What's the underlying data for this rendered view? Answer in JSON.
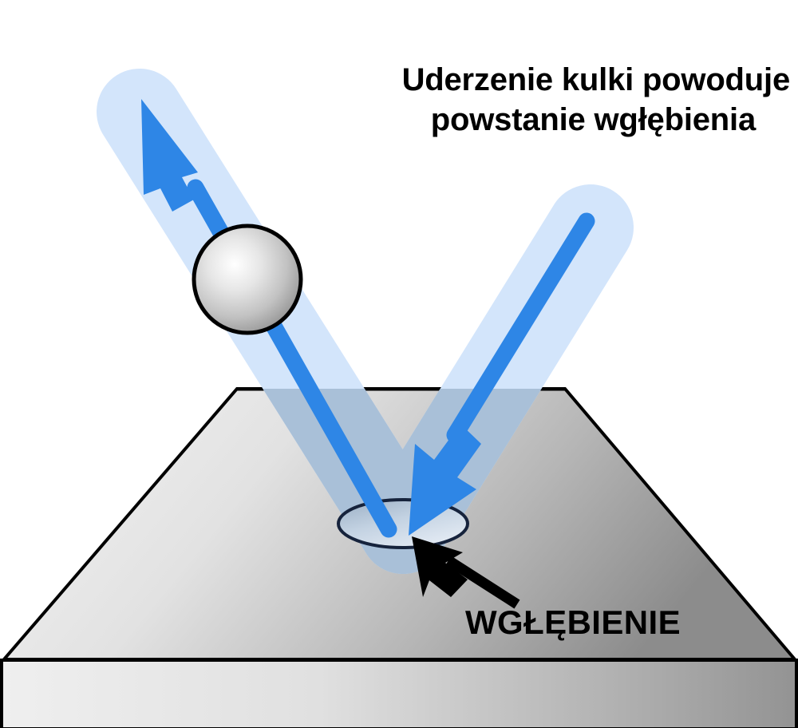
{
  "figure": {
    "kind": "diagram",
    "subject": "ball-impact-indentation",
    "background_color": "#ffffff"
  },
  "title": {
    "line1": "Uderzenie kulki powoduje",
    "line2": "powstanie wgłębienia",
    "color": "#000000"
  },
  "callout": {
    "label": "WGŁĘBIENIE",
    "color": "#000000",
    "pointer_icon": "arrow-up-left-icon"
  },
  "ball": {
    "name": "steel-ball",
    "fill_light": "#ffffff",
    "fill_mid": "#d8d8d8",
    "fill_dark": "#9a9a9a",
    "stroke": "#000000"
  },
  "indentation": {
    "name": "indentation-ellipse",
    "fill_light": "#e4ecf5",
    "fill_dark": "#9fb3c8",
    "stroke": "#16233c"
  },
  "arrows": {
    "incoming": {
      "name": "incoming-trajectory-arrow",
      "color": "#2e86e6",
      "trail_color": "#cfe4fb",
      "direction": "down-left"
    },
    "outgoing": {
      "name": "outgoing-trajectory-arrow",
      "color": "#2e86e6",
      "trail_color": "#cfe4fb",
      "direction": "up-left"
    }
  },
  "block": {
    "name": "metal-test-block",
    "top_face_fill_light": "#f2f2f2",
    "top_face_fill_dark": "#8d8d8d",
    "base_fill_light": "#ededed",
    "base_fill_dark": "#949494",
    "edge_color": "#000000"
  }
}
